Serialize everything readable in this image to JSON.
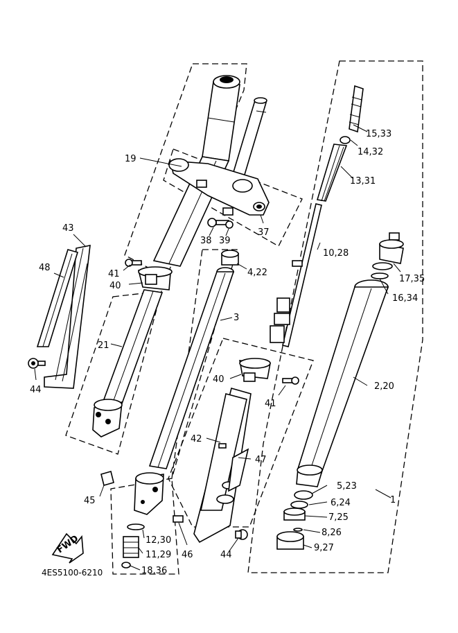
{
  "document_code": "4ES5100-6210",
  "fwd_label": "FWD",
  "callouts": [
    {
      "id": "c19",
      "text": "19"
    },
    {
      "id": "c15",
      "text": "15,33"
    },
    {
      "id": "c14",
      "text": "14,32"
    },
    {
      "id": "c13",
      "text": "13,31"
    },
    {
      "id": "c10",
      "text": "10,28"
    },
    {
      "id": "c37",
      "text": "37"
    },
    {
      "id": "c38",
      "text": "38"
    },
    {
      "id": "c39",
      "text": "39"
    },
    {
      "id": "c4",
      "text": "4,22"
    },
    {
      "id": "c43",
      "text": "43"
    },
    {
      "id": "c48",
      "text": "48"
    },
    {
      "id": "c41a",
      "text": "41"
    },
    {
      "id": "c40a",
      "text": "40"
    },
    {
      "id": "c3",
      "text": "3"
    },
    {
      "id": "c17",
      "text": "17,35"
    },
    {
      "id": "c16",
      "text": "16,34"
    },
    {
      "id": "c21",
      "text": "21"
    },
    {
      "id": "c44a",
      "text": "44"
    },
    {
      "id": "c40b",
      "text": "40"
    },
    {
      "id": "c41b",
      "text": "41"
    },
    {
      "id": "c2",
      "text": "2,20"
    },
    {
      "id": "c42",
      "text": "42"
    },
    {
      "id": "c47",
      "text": "47"
    },
    {
      "id": "c45",
      "text": "45"
    },
    {
      "id": "c5",
      "text": "5,23"
    },
    {
      "id": "c1",
      "text": "1"
    },
    {
      "id": "c6",
      "text": "6,24"
    },
    {
      "id": "c7",
      "text": "7,25"
    },
    {
      "id": "c12",
      "text": "12,30"
    },
    {
      "id": "c8",
      "text": "8,26"
    },
    {
      "id": "c11",
      "text": "11,29"
    },
    {
      "id": "c46",
      "text": "46"
    },
    {
      "id": "c44b",
      "text": "44"
    },
    {
      "id": "c9",
      "text": "9,27"
    },
    {
      "id": "c18",
      "text": "18,36"
    }
  ]
}
